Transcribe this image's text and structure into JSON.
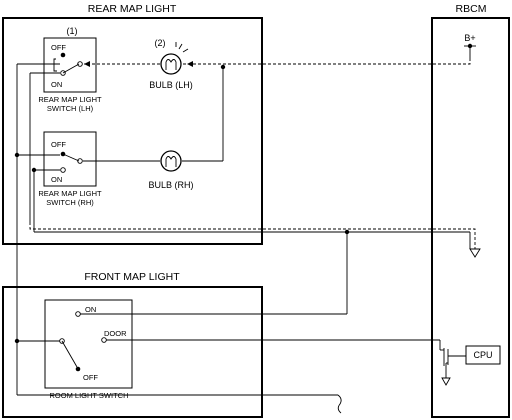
{
  "rear_map_light": {
    "title": "REAR MAP LIGHT",
    "callout_1": "(1)",
    "callout_2": "(2)",
    "switch_lh": {
      "off": "OFF",
      "on": "ON",
      "name_line1": "REAR MAP LIGHT",
      "name_line2": "SWITCH (LH)"
    },
    "switch_rh": {
      "off": "OFF",
      "on": "ON",
      "name_line1": "REAR MAP LIGHT",
      "name_line2": "SWITCH (RH)"
    },
    "bulb_lh": "BULB (LH)",
    "bulb_rh": "BULB (RH)"
  },
  "rbcm": {
    "title": "RBCM",
    "supply": "B+",
    "cpu": "CPU"
  },
  "front_map_light": {
    "title": "FRONT MAP LIGHT",
    "on": "ON",
    "door": "DOOR",
    "off": "OFF",
    "switch_name": "ROOM LIGHT SWITCH"
  }
}
